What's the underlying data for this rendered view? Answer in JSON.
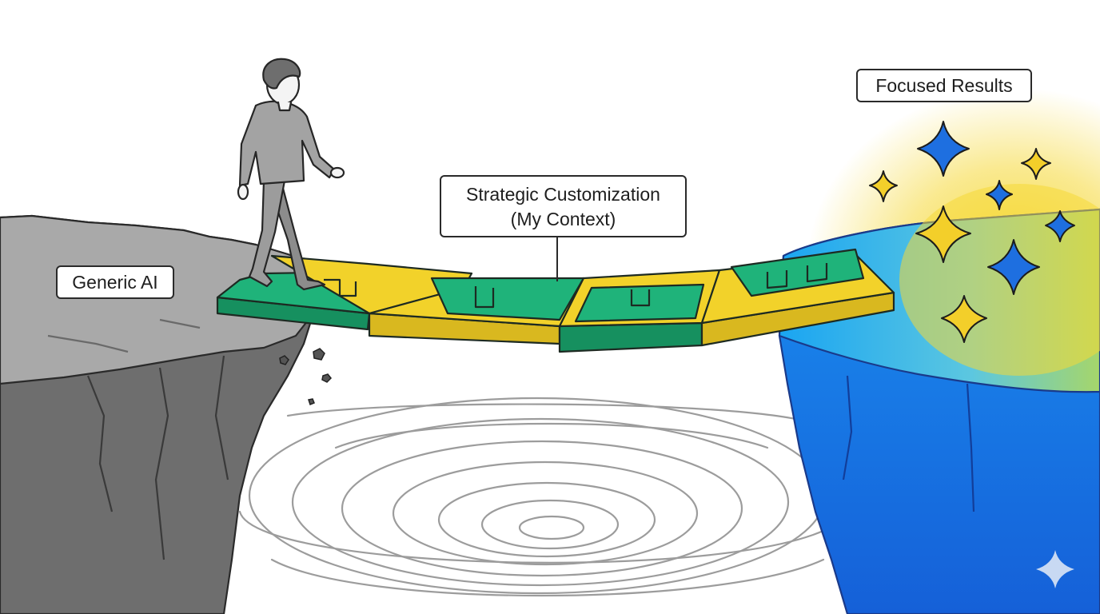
{
  "labels": {
    "generic": "Generic AI",
    "strategic_line1": "Strategic Customization",
    "strategic_line2": "(My Context)",
    "focused": "Focused Results"
  },
  "colors": {
    "cliff_left": "#7a7a7a",
    "cliff_left_top": "#a8a8a8",
    "cliff_right": "#1f7ae8",
    "cliff_right_top": "#35b6f0",
    "glow": "#f5d836",
    "piece_green": "#1fb37a",
    "piece_yellow": "#f2d22a",
    "star_blue": "#1e6fe0",
    "star_yellow": "#f3cf2a",
    "swirl": "#9a9a9a",
    "person": "#9c9c9c"
  },
  "icons": [
    "walking-person-icon",
    "sparkle-icon",
    "swirl-icon",
    "puzzle-bridge-icon"
  ]
}
